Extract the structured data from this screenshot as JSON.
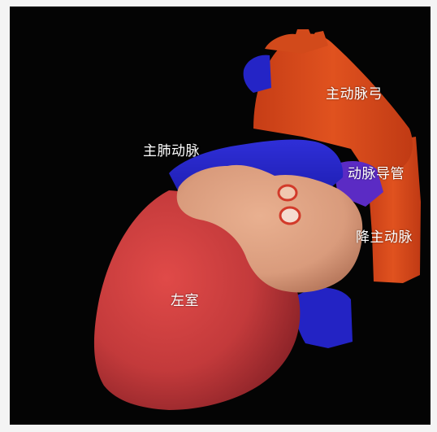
{
  "figure": {
    "labels": {
      "aortic_arch": "主动脉弓",
      "main_pulmonary_artery": "主肺动脉",
      "ductus_arteriosus": "动脉导管",
      "descending_aorta": "降主动脉",
      "left_ventricle": "左室"
    },
    "colors": {
      "background": "#040404",
      "aorta": "#d9491c",
      "pulmonary": "#2626c9",
      "ductus": "#5b2bc4",
      "atrium": "#d99b7c",
      "ventricle": "#c33a3b",
      "label_text": "#ffffff"
    }
  }
}
